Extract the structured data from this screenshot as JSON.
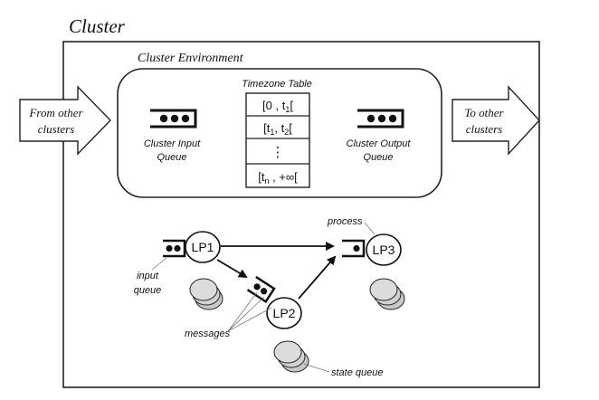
{
  "cluster": {
    "title": "Cluster",
    "environment_title": "Cluster Environment",
    "timezone_table": {
      "title": "Timezone Table",
      "rows": [
        {
          "main": "[0 , t",
          "sub": "1",
          "tail": "["
        },
        {
          "main": "[t",
          "sub": "1",
          "mid": ", t",
          "sub2": "2",
          "tail": "["
        },
        {
          "main": "⋮"
        },
        {
          "main": "[t",
          "sub": "n",
          "tail": " , +∞["
        }
      ]
    },
    "input_queue_label": [
      "Cluster Input",
      "Queue"
    ],
    "output_queue_label": [
      "Cluster Output",
      "Queue"
    ]
  },
  "arrows": {
    "incoming": [
      "From other",
      "clusters"
    ],
    "outgoing": [
      "To other",
      "clusters"
    ]
  },
  "processes": {
    "lp1": "LP1",
    "lp2": "LP2",
    "lp3": "LP3"
  },
  "annotations": {
    "process": "process",
    "input_queue": [
      "input",
      "queue"
    ],
    "messages": "messages",
    "state_queue": "state queue"
  }
}
